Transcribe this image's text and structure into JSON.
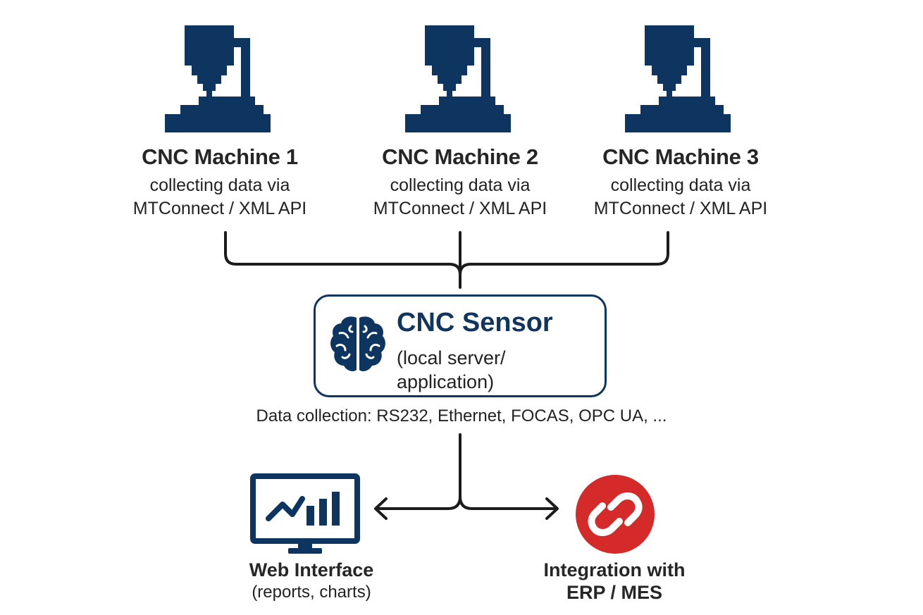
{
  "machines": [
    {
      "title": "CNC Machine 1",
      "desc_line1": "collecting data via",
      "desc_line2": "MTConnect / XML API"
    },
    {
      "title": "CNC Machine 2",
      "desc_line1": "collecting data via",
      "desc_line2": "MTConnect / XML API"
    },
    {
      "title": "CNC Machine 3",
      "desc_line1": "collecting data via",
      "desc_line2": "MTConnect / XML API"
    }
  ],
  "sensor": {
    "title": "CNC Sensor",
    "sub_line1": "(local server/",
    "sub_line2": "application)",
    "icon": "brain-icon"
  },
  "protocols": "Data collection: RS232, Ethernet, FOCAS, OPC UA, ...",
  "web": {
    "title": "Web Interface",
    "sub": "(reports, charts)",
    "icon": "monitor-chart-icon"
  },
  "integration": {
    "title_line1": "Integration with",
    "title_line2": "ERP / MES",
    "icon": "link-icon"
  },
  "colors": {
    "navy": "#0d3560",
    "red": "#d42a2a",
    "line": "#1c1c1c"
  }
}
